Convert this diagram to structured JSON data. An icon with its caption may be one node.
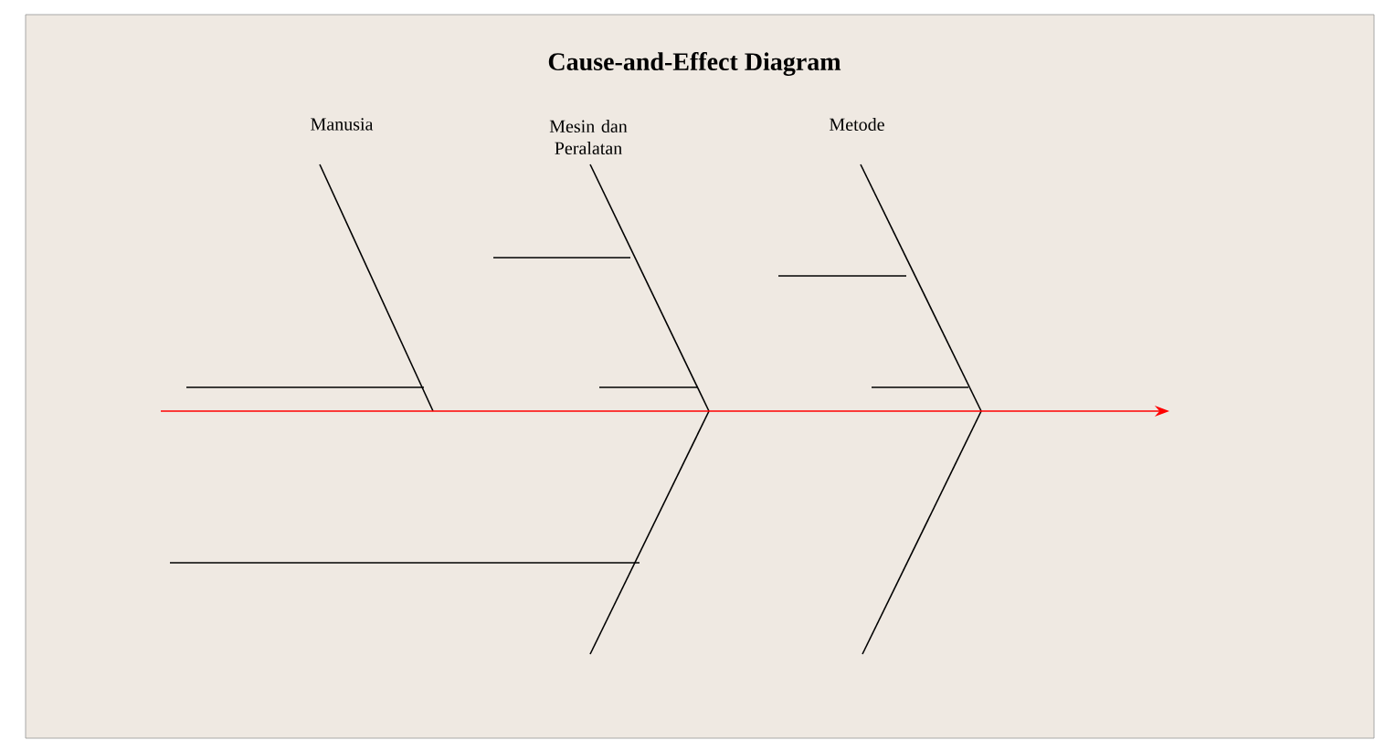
{
  "diagram": {
    "title": "Cause-and-Effect Diagram",
    "labels": [
      "Manusia",
      "Mesin dan Peralatan",
      "Metode"
    ]
  }
}
